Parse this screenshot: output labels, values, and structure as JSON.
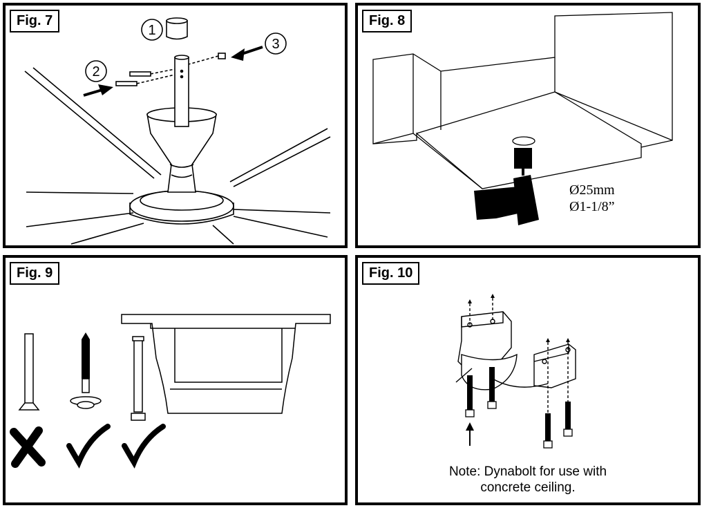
{
  "figures": {
    "fig7": {
      "label": "Fig. 7",
      "callouts": [
        "1",
        "2",
        "3"
      ]
    },
    "fig8": {
      "label": "Fig. 8",
      "dimensions": [
        "Ø25mm",
        "Ø1-1/8”"
      ]
    },
    "fig9": {
      "label": "Fig. 9"
    },
    "fig10": {
      "label": "Fig. 10",
      "note": [
        "Note: Dynabolt for use with",
        "concrete ceiling."
      ]
    }
  },
  "icons": {
    "wrong": "cross-mark-icon",
    "right": "check-mark-icon"
  }
}
